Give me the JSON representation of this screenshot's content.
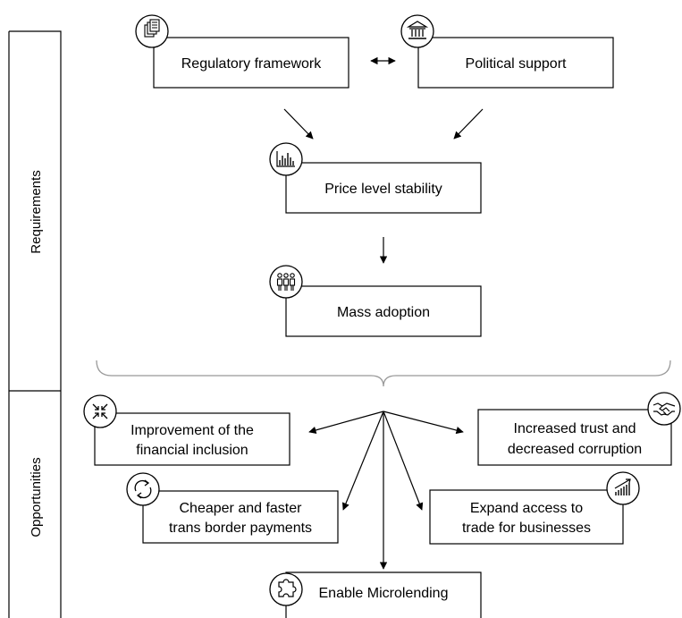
{
  "sections": {
    "requirements": "Requirements",
    "opportunities": "Opportunities"
  },
  "requirements": {
    "regulatory": "Regulatory framework",
    "political": "Political support",
    "price": "Price level stability",
    "mass": "Mass adoption"
  },
  "opportunities": {
    "inclusion": [
      "Improvement of the",
      "financial inclusion"
    ],
    "trust": [
      "Increased trust and",
      "decreased corruption"
    ],
    "payments": [
      "Cheaper and faster",
      "trans border payments"
    ],
    "trade": [
      "Expand access to",
      "trade for businesses"
    ],
    "microlending": "Enable Microlending"
  },
  "icons": {
    "regulatory": "documents-icon",
    "political": "government-building-icon",
    "price": "bar-chart-icon",
    "mass": "people-group-icon",
    "inclusion": "compress-arrows-icon",
    "trust": "handshake-icon",
    "payments": "refresh-icon",
    "trade": "growth-chart-icon",
    "microlending": "puzzle-icon"
  }
}
